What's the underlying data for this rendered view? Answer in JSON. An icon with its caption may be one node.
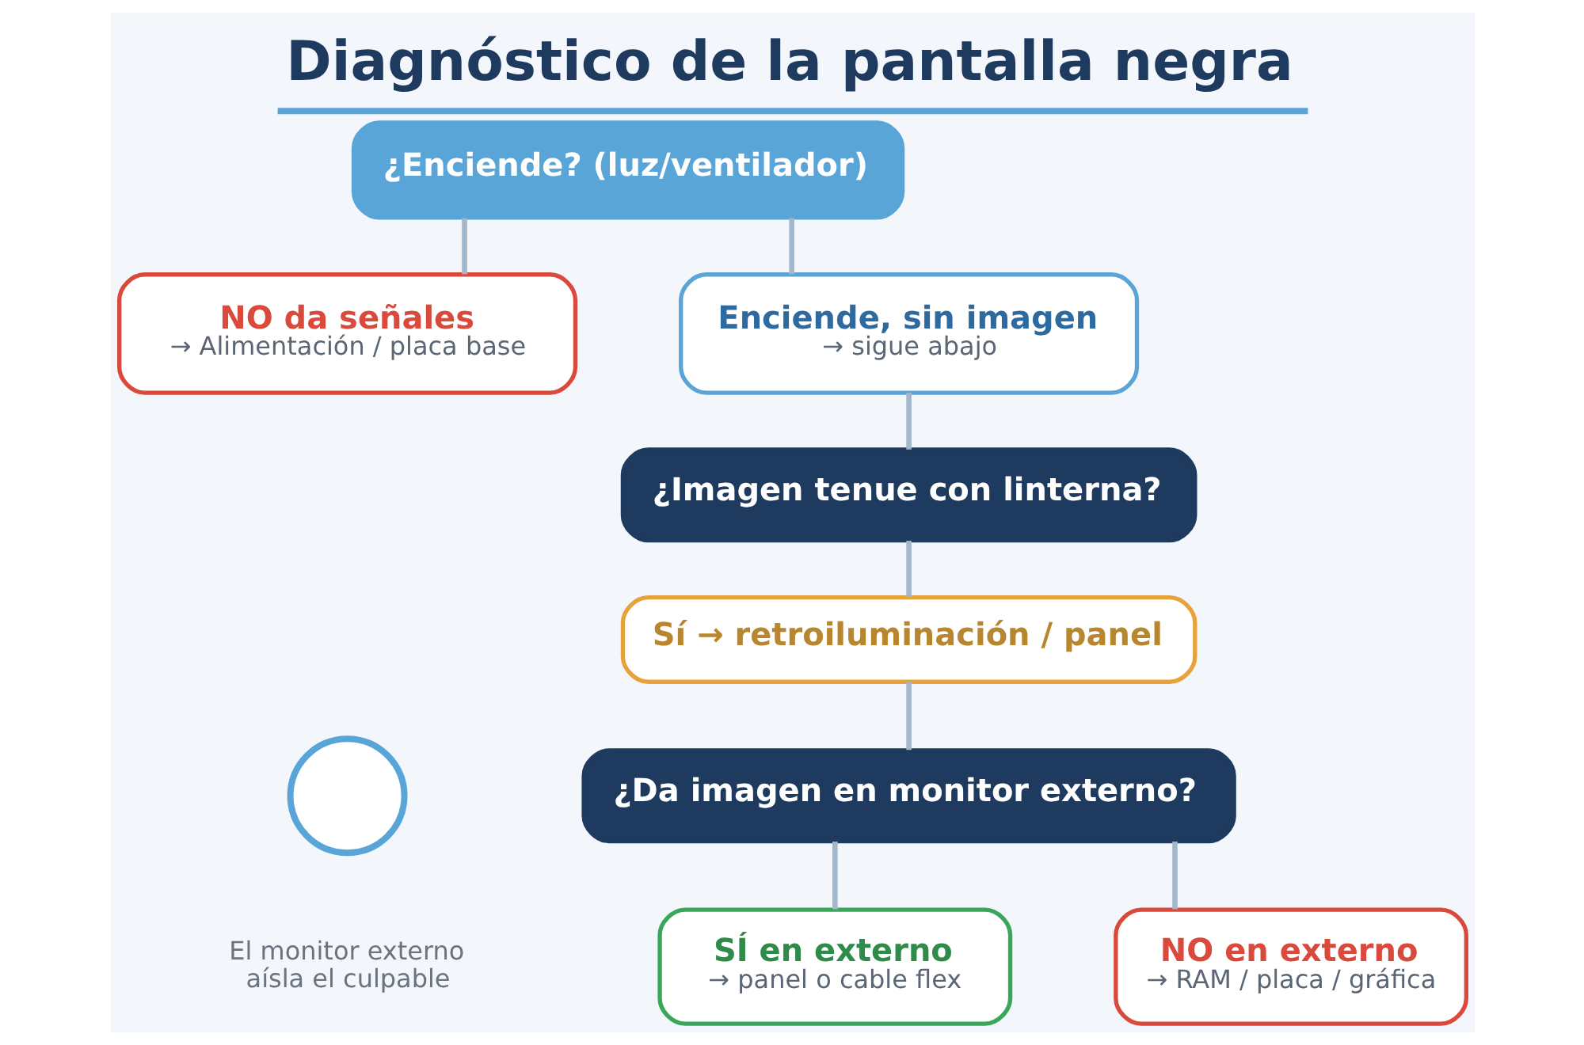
{
  "diagram": {
    "title": "Diagnóstico de la pantalla negra",
    "nodes": [
      {
        "text": [
          "¿Enciende? (luz/ventilador)"
        ]
      },
      {
        "text": [
          "NO da señales",
          "→ Alimentación / placa base"
        ]
      },
      {
        "text": [
          "Enciende, sin imagen",
          "→ sigue abajo"
        ]
      },
      {
        "text": [
          "¿Imagen tenue con linterna?"
        ]
      },
      {
        "text": [
          "Sí → retroiluminación / panel"
        ]
      },
      {
        "text": [
          "¿Da imagen en monitor externo?"
        ]
      },
      {
        "text": [
          "SÍ en externo",
          "→ panel o cable flex"
        ]
      },
      {
        "text": [
          "NO en externo",
          "→ RAM / placa / gráfica"
        ]
      },
      {
        "text": [],
        "shape": "circle",
        "beside": [
          "El monitor externo aísla el culpable"
        ]
      }
    ],
    "edges": [
      {
        "from": 0,
        "to": 1,
        "arrow": "none"
      },
      {
        "from": 0,
        "to": 2,
        "arrow": "none"
      },
      {
        "from": 2,
        "to": 3,
        "arrow": "none"
      },
      {
        "from": 3,
        "to": 4,
        "arrow": "none"
      },
      {
        "from": 4,
        "to": 5,
        "arrow": "none"
      },
      {
        "from": 5,
        "to": 6,
        "arrow": "none"
      },
      {
        "from": 5,
        "to": 7,
        "arrow": "none"
      }
    ]
  }
}
